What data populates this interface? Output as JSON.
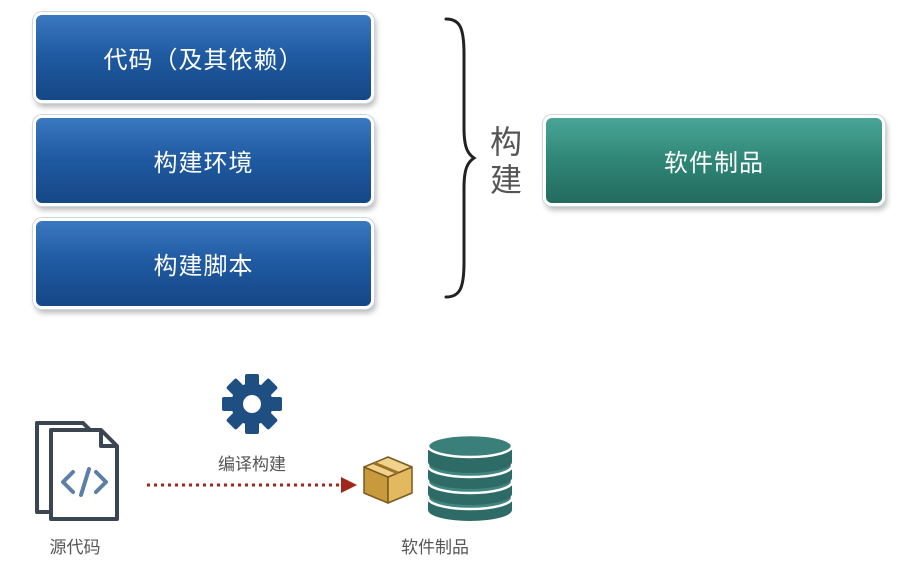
{
  "top_diagram": {
    "inputs": [
      {
        "label": "代码（及其依赖）"
      },
      {
        "label": "构建环境"
      },
      {
        "label": "构建脚本"
      }
    ],
    "process_label": "构建",
    "output": {
      "label": "软件制品"
    }
  },
  "bottom_diagram": {
    "source_label": "源代码",
    "process_label": "编译构建",
    "output_label": "软件制品",
    "icons": [
      "code-file-icon",
      "gear-icon",
      "package-box-icon",
      "database-icon"
    ],
    "colors": {
      "gear": "#1f4f82",
      "arrow": "#a3261c",
      "box": "#d6ae57",
      "database": "#2e6b67"
    }
  },
  "colors": {
    "input_box": "#1f5aa1",
    "output_box": "#2f8676"
  }
}
